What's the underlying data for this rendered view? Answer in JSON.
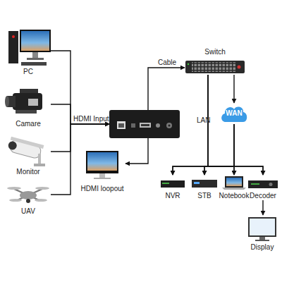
{
  "diagram": {
    "nodes": [
      {
        "text": [
          "PC"
        ]
      },
      {
        "text": [
          "Camare"
        ]
      },
      {
        "text": [
          "Monitor"
        ]
      },
      {
        "text": [
          "UAV"
        ]
      },
      {
        "text": []
      },
      {
        "text": [
          "Switch"
        ]
      },
      {
        "text": [
          "WAN"
        ]
      },
      {
        "text": [
          "HDMI loopout"
        ]
      },
      {
        "text": [
          "NVR"
        ]
      },
      {
        "text": [
          "STB"
        ]
      },
      {
        "text": [
          "Notebook"
        ]
      },
      {
        "text": [
          "Decoder"
        ]
      },
      {
        "text": [
          "Display"
        ]
      }
    ],
    "edges": [
      {
        "from": 0,
        "to": 4,
        "arrow": "to"
      },
      {
        "from": 1,
        "to": 4,
        "label": "HDMI Input",
        "arrow": "to"
      },
      {
        "from": 2,
        "to": 4,
        "arrow": "to"
      },
      {
        "from": 3,
        "to": 4,
        "arrow": "to"
      },
      {
        "from": 4,
        "to": 5,
        "label": "Cable",
        "arrow": "to"
      },
      {
        "from": 4,
        "to": 7,
        "arrow": "to"
      },
      {
        "from": 5,
        "to": 6,
        "arrow": "to"
      },
      {
        "from": 5,
        "to": 8,
        "label": "LAN",
        "arrow": "to"
      },
      {
        "from": 5,
        "to": 9,
        "arrow": "to"
      },
      {
        "from": 5,
        "to": 10,
        "arrow": "to"
      },
      {
        "from": 5,
        "to": 11,
        "arrow": "to"
      },
      {
        "from": 6,
        "to": 8,
        "arrow": "to"
      },
      {
        "from": 6,
        "to": 9,
        "arrow": "to"
      },
      {
        "from": 6,
        "to": 10,
        "arrow": "to"
      },
      {
        "from": 6,
        "to": 11,
        "arrow": "to"
      },
      {
        "from": 11,
        "to": 12,
        "arrow": "to"
      }
    ]
  }
}
